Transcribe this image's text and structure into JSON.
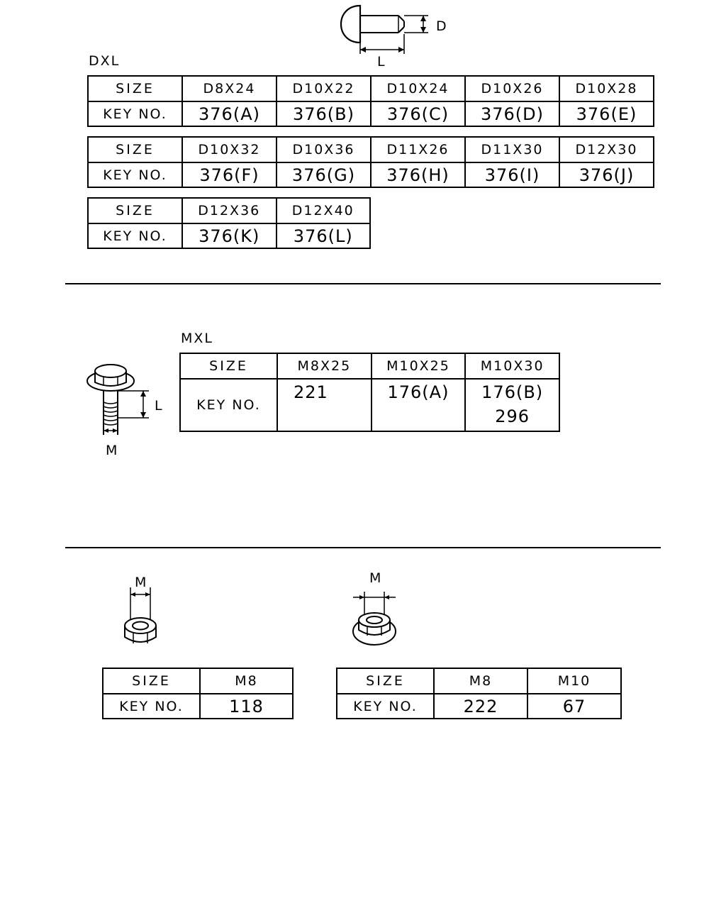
{
  "dxl": {
    "label": "DXL",
    "dim_d": "D",
    "dim_l": "L",
    "tables": [
      {
        "header": "SIZE",
        "key_header": "KEY NO.",
        "sizes": [
          "D8X24",
          "D10X22",
          "D10X24",
          "D10X26",
          "D10X28"
        ],
        "keys": [
          "376(A)",
          "376(B)",
          "376(C)",
          "376(D)",
          "376(E)"
        ]
      },
      {
        "header": "SIZE",
        "key_header": "KEY NO.",
        "sizes": [
          "D10X32",
          "D10X36",
          "D11X26",
          "D11X30",
          "D12X30"
        ],
        "keys": [
          "376(F)",
          "376(G)",
          "376(H)",
          "376(I)",
          "376(J)"
        ]
      },
      {
        "header": "SIZE",
        "key_header": "KEY NO.",
        "sizes": [
          "D12X36",
          "D12X40"
        ],
        "keys": [
          "376(K)",
          "376(L)"
        ]
      }
    ]
  },
  "mxl": {
    "label": "MXL",
    "dim_l": "L",
    "dim_m": "M",
    "table": {
      "header": "SIZE",
      "key_header": "KEY NO.",
      "sizes": [
        "M8X25",
        "M10X25",
        "M10X30"
      ],
      "keys": [
        "221",
        "176(A)",
        "176(B)"
      ],
      "extra_key": "296"
    }
  },
  "nuts": {
    "nut1": {
      "dim_m": "M",
      "header": "SIZE",
      "key_header": "KEY NO.",
      "sizes": [
        "M8"
      ],
      "keys": [
        "118"
      ]
    },
    "nut2": {
      "dim_m": "M",
      "header": "SIZE",
      "key_header": "KEY NO.",
      "sizes": [
        "M8",
        "M10"
      ],
      "keys": [
        "222",
        "67"
      ]
    }
  }
}
